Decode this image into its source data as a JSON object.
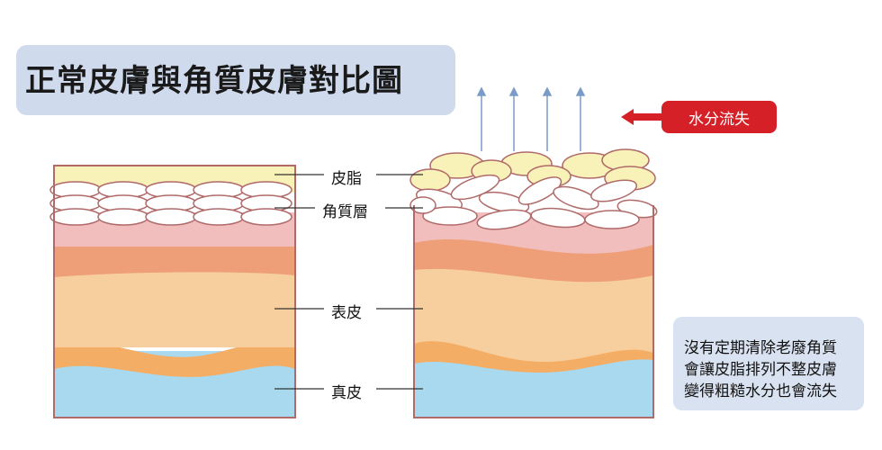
{
  "title": "正常皮膚與角質皮膚對比圖",
  "tag": {
    "label": "水分流失",
    "color": "#d62027"
  },
  "labels": {
    "sebum": "皮脂",
    "stratum_corneum": "角質層",
    "epidermis": "表皮",
    "dermis": "真皮"
  },
  "note": {
    "lines": [
      "沒有定期清除老廢角質",
      "會讓皮脂排列不整皮膚",
      "變得粗糙水分也會流失"
    ]
  },
  "colors": {
    "sebum": "#f8f1b8",
    "corneum_cell": "#ffffff",
    "pink": "#f1bdbd",
    "orange": "#ef9f78",
    "peach": "#f7cf9e",
    "apricot": "#f4ad64",
    "dermis": "#a9d9ef",
    "outline": "#b06a6a",
    "title_bg": "#cfdaec",
    "note_bg": "#d9e2f0",
    "arrow_blue": "#7a9bc8"
  }
}
